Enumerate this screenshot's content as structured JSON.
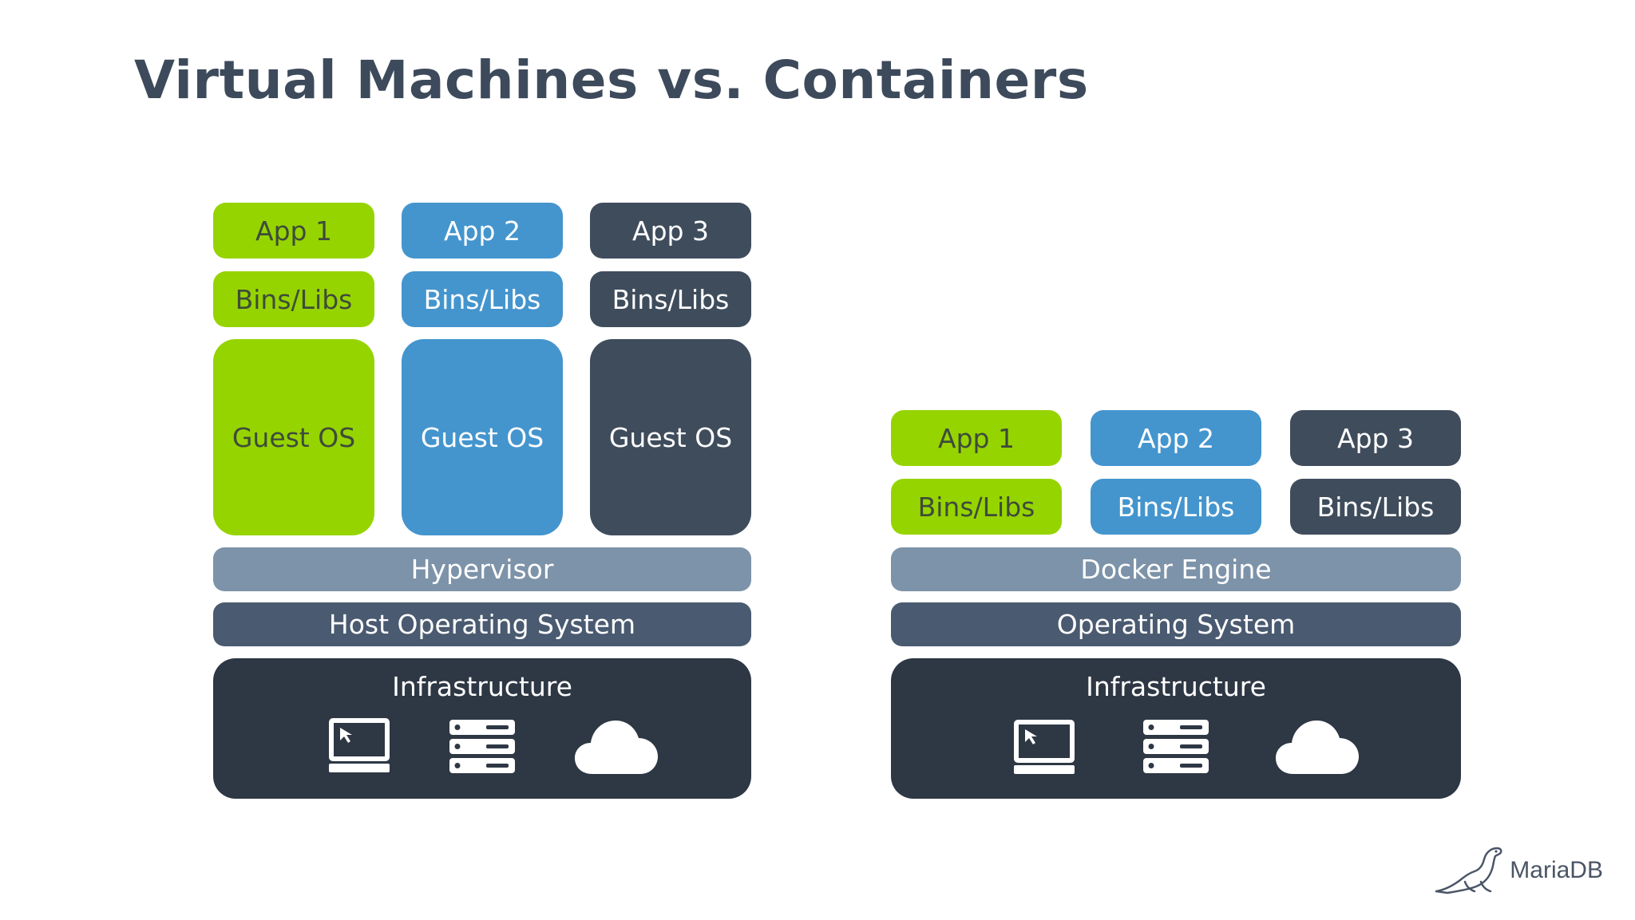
{
  "title": "Virtual Machines vs. Containers",
  "vm": {
    "apps": [
      {
        "app": "App 1",
        "bins": "Bins/Libs",
        "os": "Guest OS",
        "color": "#96d400"
      },
      {
        "app": "App 2",
        "bins": "Bins/Libs",
        "os": "Guest OS",
        "color": "#4495ce"
      },
      {
        "app": "App 3",
        "bins": "Bins/Libs",
        "os": "Guest OS",
        "color": "#3f4c5c"
      }
    ],
    "hypervisor": "Hypervisor",
    "host_os": "Host Operating System",
    "infrastructure": "Infrastructure",
    "icons": [
      "laptop-icon",
      "server-icon",
      "cloud-icon"
    ]
  },
  "containers": {
    "apps": [
      {
        "app": "App 1",
        "bins": "Bins/Libs",
        "color": "#96d400"
      },
      {
        "app": "App 2",
        "bins": "Bins/Libs",
        "color": "#4495ce"
      },
      {
        "app": "App 3",
        "bins": "Bins/Libs",
        "color": "#3f4c5c"
      }
    ],
    "engine": "Docker Engine",
    "os": "Operating System",
    "infrastructure": "Infrastructure",
    "icons": [
      "laptop-icon",
      "server-icon",
      "cloud-icon"
    ]
  },
  "logo": {
    "text": "MariaDB",
    "icon": "sea-lion-icon"
  }
}
